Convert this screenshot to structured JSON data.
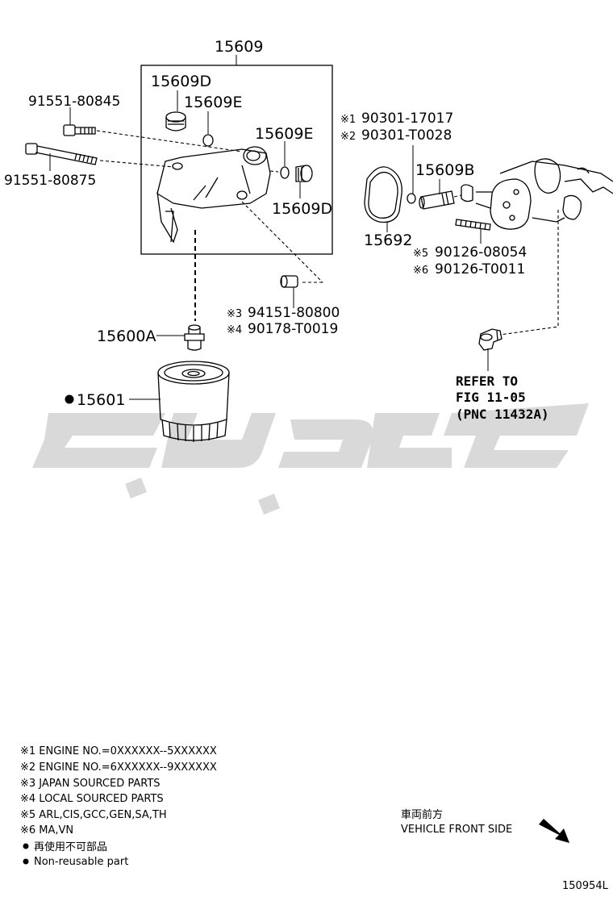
{
  "parts": {
    "assembly": "15609",
    "plug_upper": "15609D",
    "oring_upper": "15609E",
    "oring_right": "15609E",
    "plug_right": "15609D",
    "bolt_short": "91551-80845",
    "bolt_long": "91551-80875",
    "seal_1": "90301-17017",
    "seal_2": "90301-T0028",
    "pipe": "15609B",
    "gasket": "15692",
    "stud_5": "90126-08054",
    "stud_6": "90126-T0011",
    "plug_3": "94151-80800",
    "plug_4": "90178-T0019",
    "union": "15600A",
    "filter": "15601"
  },
  "marks": {
    "m1": "※1",
    "m2": "※2",
    "m3": "※3",
    "m4": "※4",
    "m5": "※5",
    "m6": "※6"
  },
  "refer": {
    "line1": "REFER TO",
    "line2": "FIG 11-05",
    "line3": "(PNC 11432A)"
  },
  "notes": [
    "※1 ENGINE NO.=0XXXXXX--5XXXXXX",
    "※2 ENGINE NO.=6XXXXXX--9XXXXXX",
    "※3 JAPAN SOURCED PARTS",
    "※4 LOCAL SOURCED PARTS",
    "※5 ARL,CIS,GCC,GEN,SA,TH",
    "※6 MA,VN"
  ],
  "legend": {
    "jp": "再使用不可部品",
    "en": "Non-reusable part"
  },
  "front": {
    "jp": "車両前方",
    "en": "VEHICLE FRONT SIDE"
  },
  "figure_id": "150954L",
  "watermark_text": "تویوتا",
  "colors": {
    "watermark": "#d9d9d9",
    "ink": "#000000"
  }
}
